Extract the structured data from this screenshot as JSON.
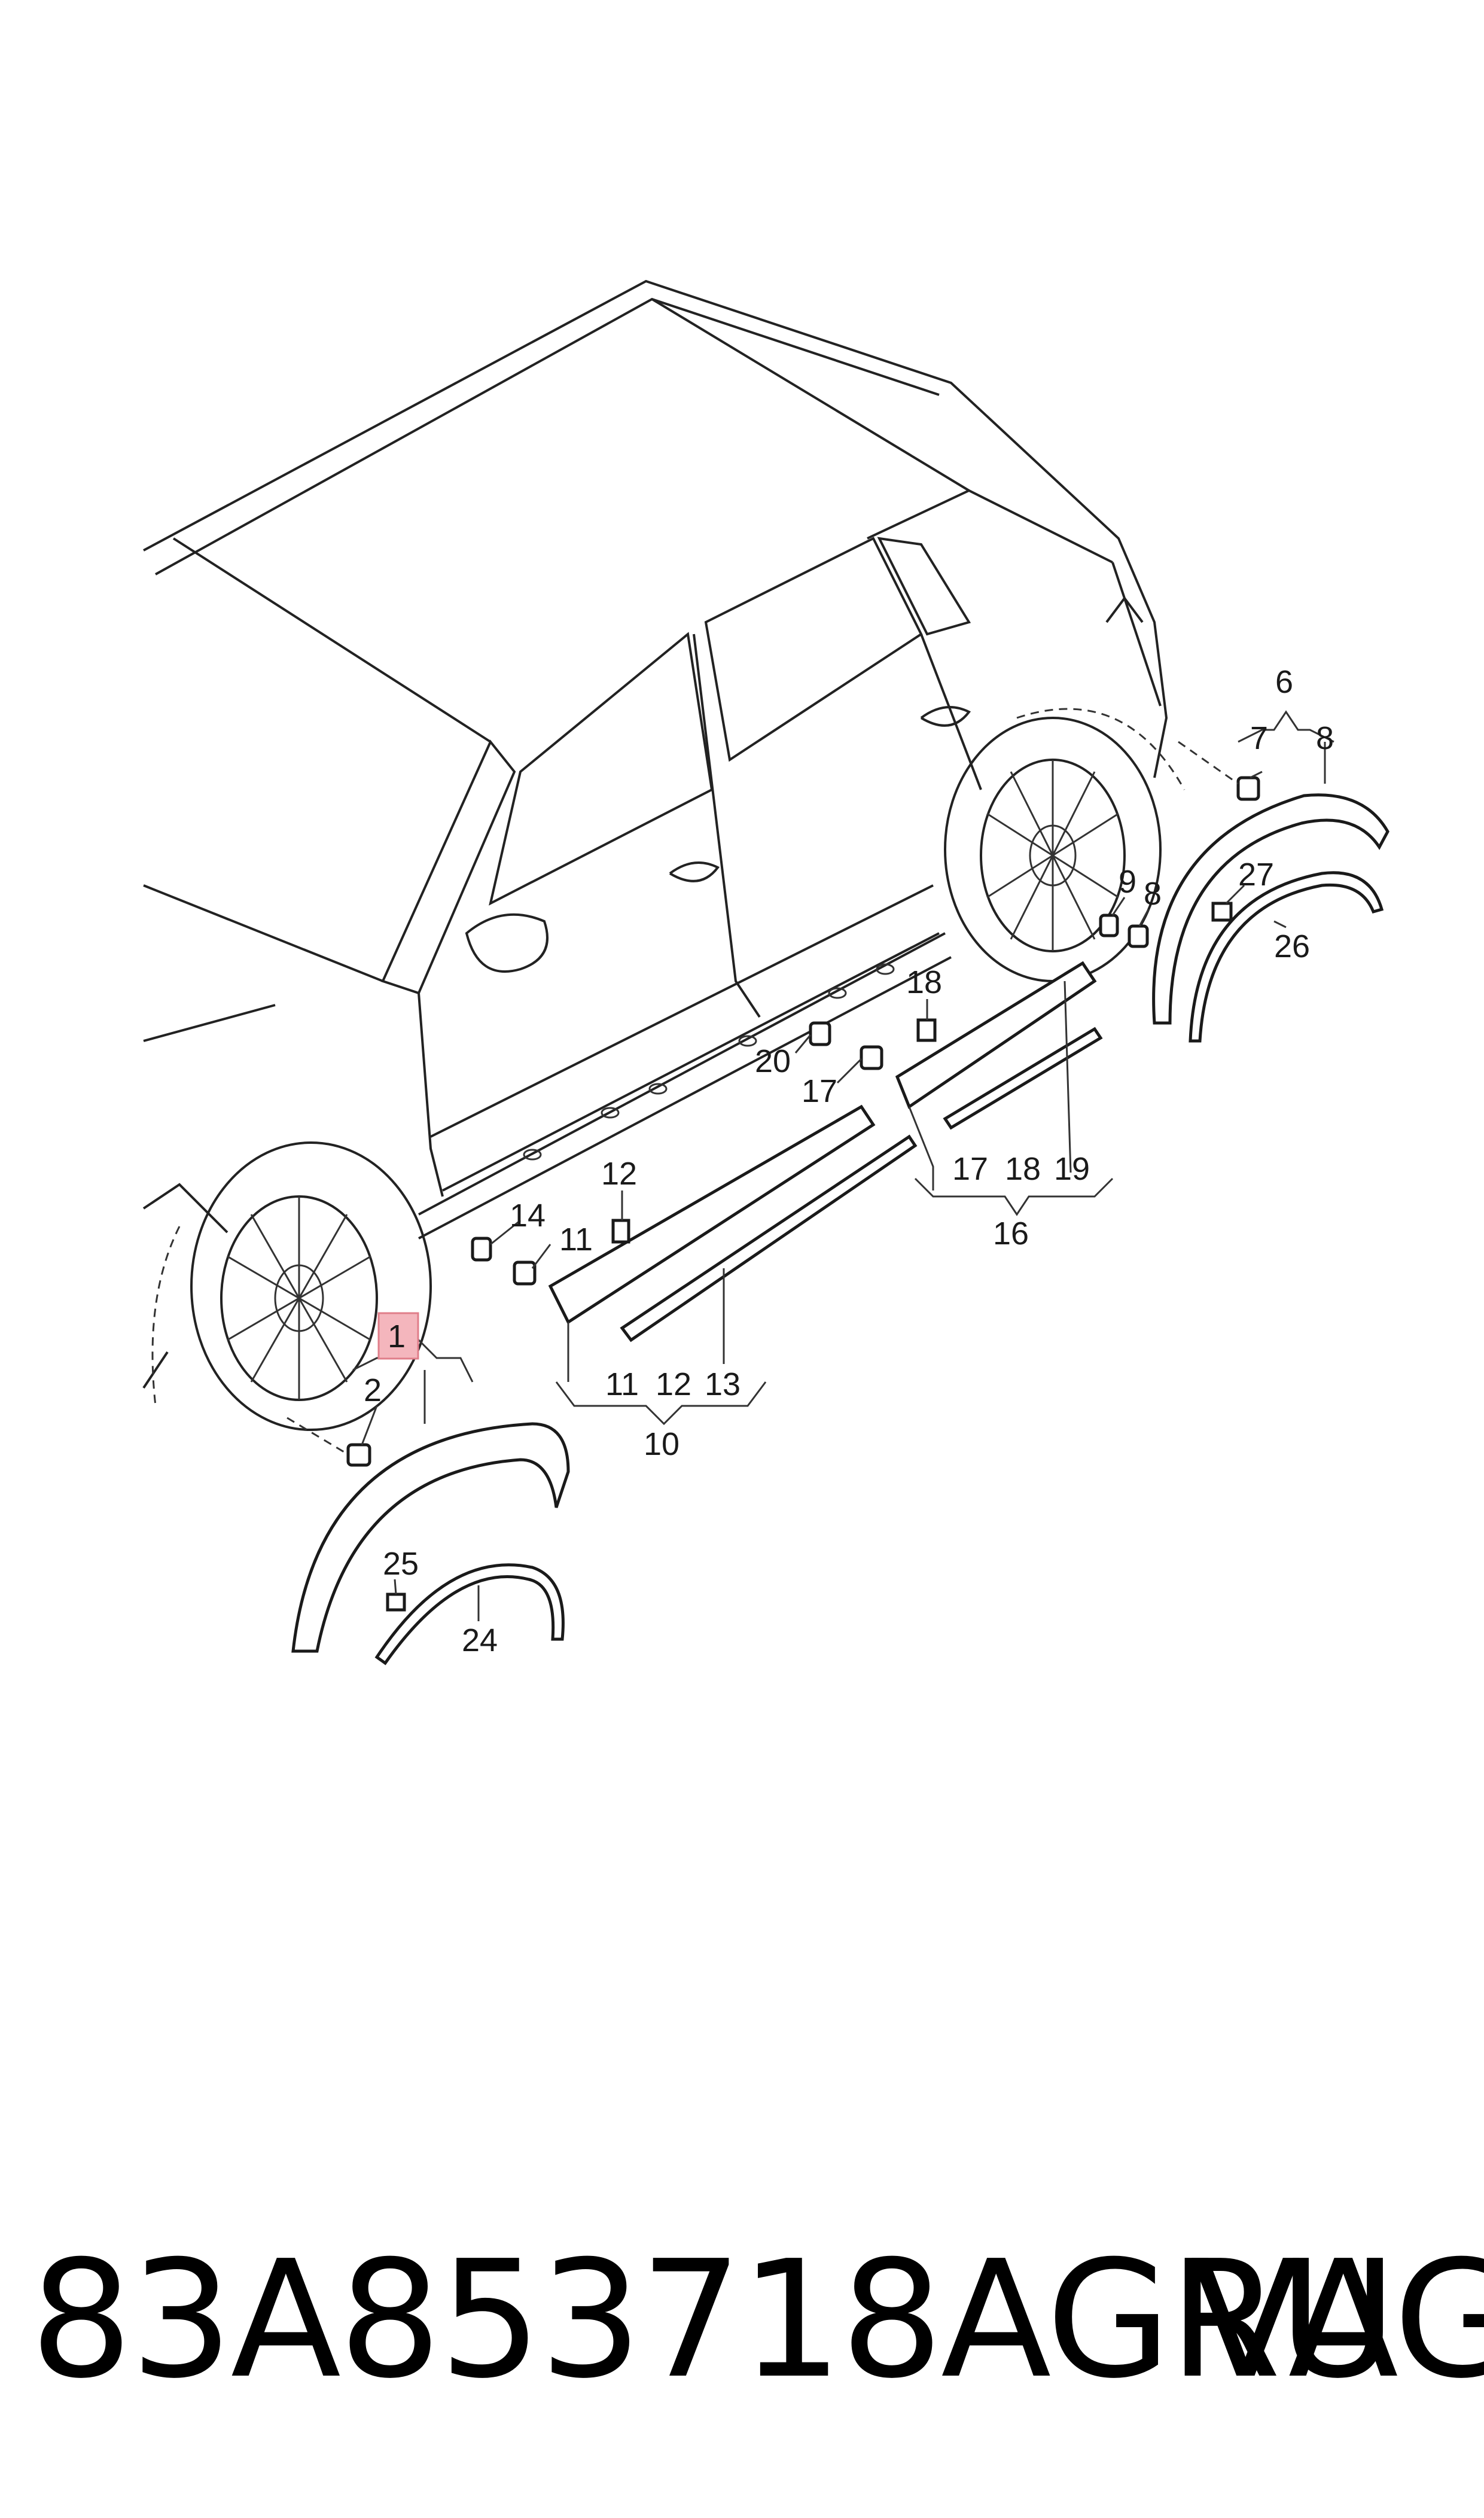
{
  "callouts": {
    "c1": "1",
    "c2": "2",
    "c6": "6",
    "c7": "7",
    "c8a": "8",
    "c9": "9",
    "c8b": "8",
    "c27": "27",
    "c26": "26",
    "c18a": "18",
    "c20": "20",
    "c17a": "17",
    "c14": "14",
    "c12a": "12",
    "c11a": "11",
    "c25": "25",
    "c24": "24",
    "c17b": "17",
    "c18b": "18",
    "c19": "19",
    "c16": "16",
    "c11b": "11",
    "c12b": "12",
    "c13": "13",
    "c10": "10"
  },
  "highlight_color": "#f4b6bd",
  "footer": {
    "part_number": "83A853718AGRU",
    "brand": "VAG"
  }
}
